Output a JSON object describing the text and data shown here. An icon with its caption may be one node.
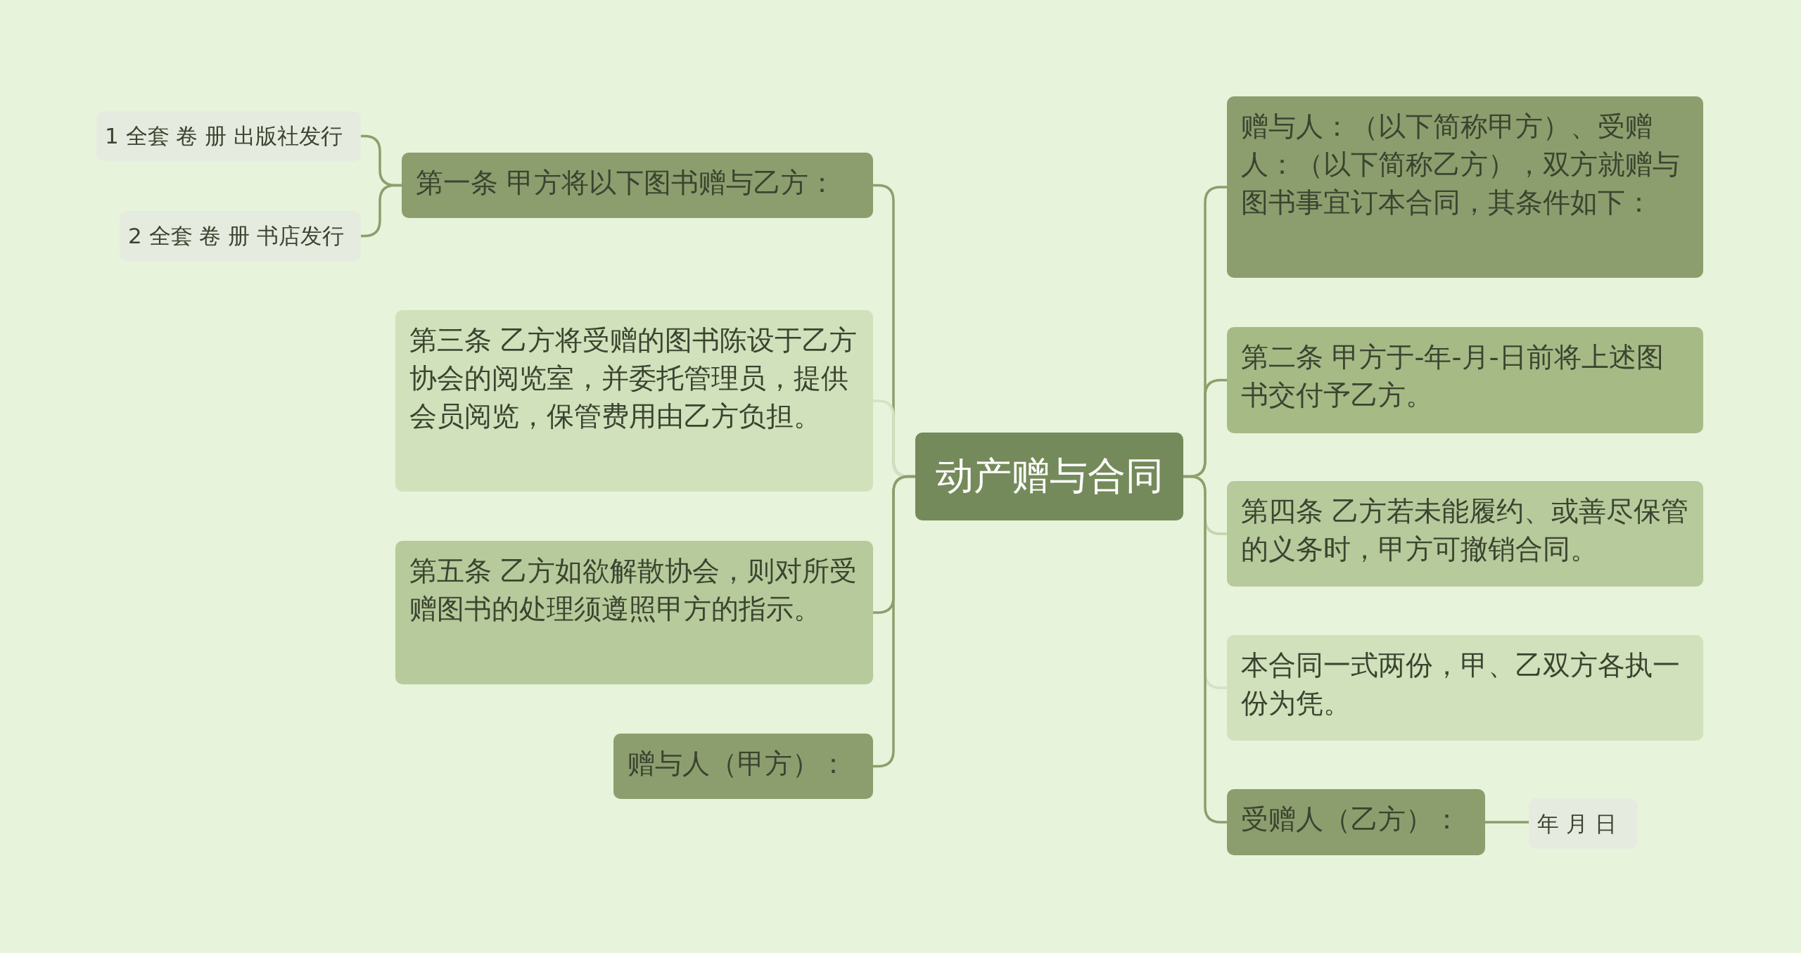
{
  "diagram": {
    "nodes": [
      {
        "text": [
          "动产赠与合同"
        ]
      },
      {
        "text": [
          "第一条 甲方将以下图书赠与乙方："
        ]
      },
      {
        "text": [
          "1 全套 卷 册 出版社发行"
        ]
      },
      {
        "text": [
          "2 全套 卷 册 书店发行"
        ]
      },
      {
        "text": [
          "第三条 乙方将受赠的图书陈设于乙方协会的阅览室，并委托管理员，提供会员阅览，保管费用由乙方负担。"
        ]
      },
      {
        "text": [
          "第五条 乙方如欲解散协会，则对所受赠图书的处理须遵照甲方的指示。"
        ]
      },
      {
        "text": [
          "赠与人（甲方）："
        ]
      },
      {
        "text": [
          "赠与人：（以下简称甲方）、受赠人：（以下简称乙方），双方就赠与图书事宜订本合同，其条件如下："
        ]
      },
      {
        "text": [
          "第二条 甲方于-年-月-日前将上述图书交付予乙方。"
        ]
      },
      {
        "text": [
          "第四条 乙方若未能履约、或善尽保管的义务时，甲方可撤销合同。"
        ]
      },
      {
        "text": [
          "本合同一式两份，甲、乙双方各执一份为凭。"
        ]
      },
      {
        "text": [
          "受赠人（乙方）："
        ]
      },
      {
        "text": [
          "年 月 日"
        ]
      }
    ],
    "edges": [
      {
        "from": 0,
        "to": 1,
        "arrow": "none"
      },
      {
        "from": 1,
        "to": 2,
        "arrow": "none"
      },
      {
        "from": 1,
        "to": 3,
        "arrow": "none"
      },
      {
        "from": 0,
        "to": 4,
        "arrow": "none",
        "color": "#d3e2c0"
      },
      {
        "from": 0,
        "to": 5,
        "arrow": "none"
      },
      {
        "from": 0,
        "to": 6,
        "arrow": "none"
      },
      {
        "from": 0,
        "to": 7,
        "arrow": "none"
      },
      {
        "from": 0,
        "to": 8,
        "arrow": "none"
      },
      {
        "from": 0,
        "to": 9,
        "arrow": "none",
        "color": "#c2d4aa"
      },
      {
        "from": 0,
        "to": 10,
        "arrow": "none",
        "color": "#d3e2c0"
      },
      {
        "from": 0,
        "to": 11,
        "arrow": "none"
      },
      {
        "from": 11,
        "to": 12,
        "arrow": "none"
      }
    ]
  }
}
